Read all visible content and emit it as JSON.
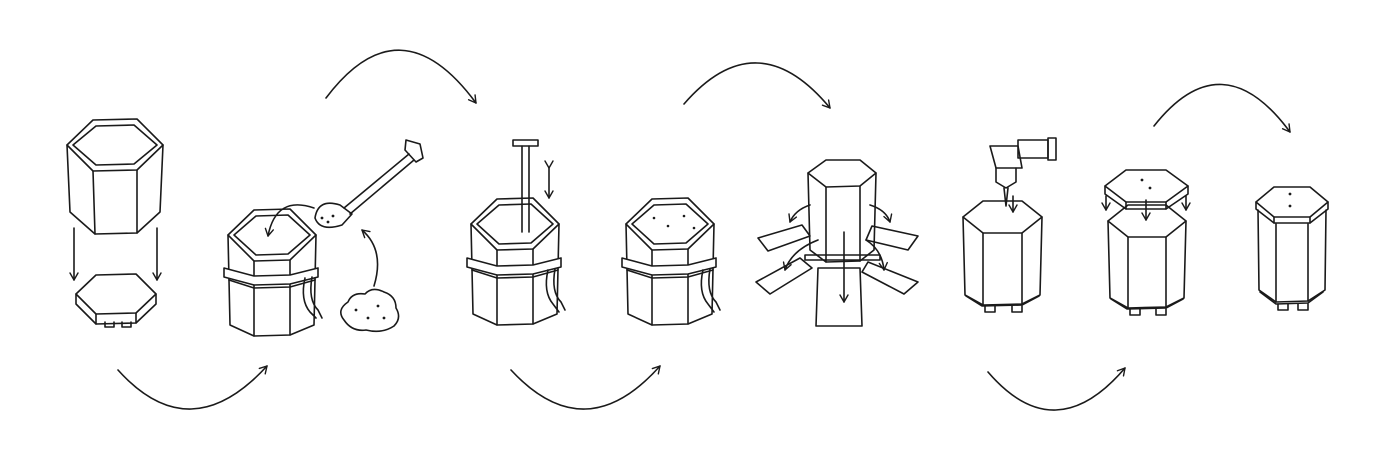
{
  "colors": {
    "stroke": "#1a1a1a",
    "background": "#ffffff"
  },
  "steps": [
    {
      "id": 1,
      "name": "place-hexagonal-formwork-on-base",
      "icon": "hex-form-base-icon"
    },
    {
      "id": 2,
      "name": "shovel-soil-into-strapped-form",
      "icon": "shovel-soil-icon"
    },
    {
      "id": 3,
      "name": "ram-soil-with-tamper",
      "icon": "rammer-icon"
    },
    {
      "id": 4,
      "name": "form-filled-with-soil",
      "icon": "filled-form-icon"
    },
    {
      "id": 5,
      "name": "remove-formwork-panels",
      "icon": "demould-icon"
    },
    {
      "id": 6,
      "name": "drill-top-of-column",
      "icon": "drill-icon"
    },
    {
      "id": 7,
      "name": "fit-top-cap",
      "icon": "cap-fit-icon"
    },
    {
      "id": 8,
      "name": "finished-column",
      "icon": "finished-column-icon"
    }
  ]
}
